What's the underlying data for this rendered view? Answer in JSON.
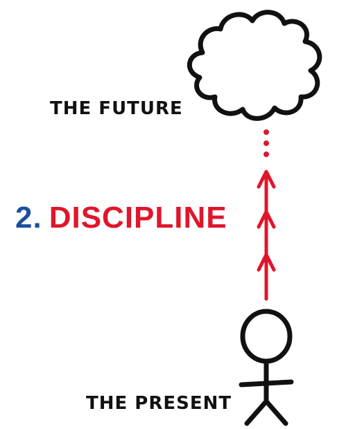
{
  "labels": {
    "future": "THE FUTURE",
    "present": "THE PRESENT"
  },
  "step": {
    "number": "2.",
    "word": "DISCIPLINE"
  },
  "colors": {
    "ink": "#111111",
    "accent_red": "#e0162b",
    "accent_blue": "#1c4fa0"
  },
  "icons": [
    "thought-cloud-icon",
    "dotted-arrow-path",
    "stick-figure-icon"
  ]
}
